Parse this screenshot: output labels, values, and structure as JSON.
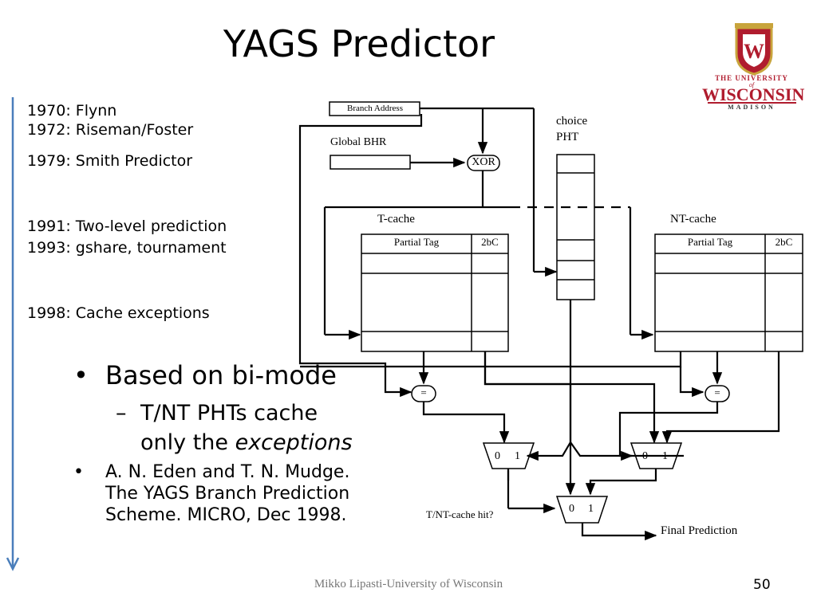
{
  "slide": {
    "title": "YAGS Predictor",
    "timeline": [
      "1970: Flynn",
      "1972: Riseman/Foster",
      "1979: Smith Predictor",
      "1991: Two-level prediction",
      "1993: gshare, tournament",
      "1998: Cache exceptions"
    ],
    "bullets": {
      "b1": "Based on bi-mode",
      "sub1_line1": "T/NT PHTs cache",
      "sub1_line2_prefix": "only the ",
      "sub1_line2_em": "exceptions",
      "b2_line1": "A. N. Eden and T. N. Mudge.",
      "b2_line2": "The YAGS Branch Prediction",
      "b2_line3": "Scheme.  MICRO, Dec 1998."
    },
    "footer": "Mikko Lipasti-University of Wisconsin",
    "page_number": "50"
  },
  "logo": {
    "line1": "THE UNIVERSITY",
    "line2": "of",
    "line3": "WISCONSIN",
    "line4": "MADISON",
    "crest_letter": "W"
  },
  "diagram": {
    "branch_address": "Branch Address",
    "global_bhr": "Global BHR",
    "xor": "XOR",
    "choice_pht_1": "choice",
    "choice_pht_2": "PHT",
    "t_cache": "T-cache",
    "nt_cache": "NT-cache",
    "partial_tag": "Partial Tag",
    "twobc": "2bC",
    "eq": "=",
    "mux_0": "0",
    "mux_1": "1",
    "hit_label": "T/NT-cache hit?",
    "final_prediction": "Final Prediction"
  },
  "colors": {
    "arrow_blue": "#4a7ebb",
    "logo_red": "#b01c2e",
    "footer_gray": "#777777"
  }
}
